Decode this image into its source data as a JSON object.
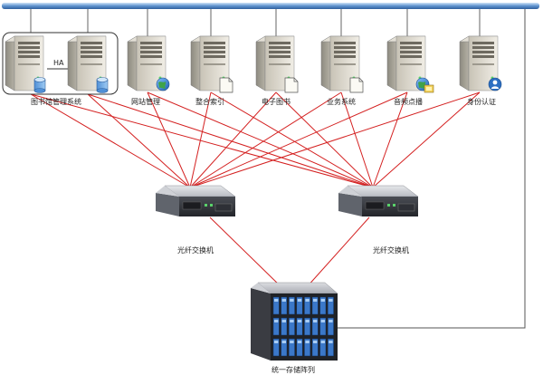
{
  "diagram": {
    "servers": [
      {
        "id": "lib-a",
        "label": "",
        "badge": "db-icon"
      },
      {
        "id": "lib-b",
        "label": "",
        "badge": "db-icon"
      },
      {
        "id": "web",
        "label": "网站管理",
        "badge": "globe-icon"
      },
      {
        "id": "index",
        "label": "整合索引",
        "badge": "document-icon"
      },
      {
        "id": "elib",
        "label": "电子图书",
        "badge": "document-icon"
      },
      {
        "id": "biz",
        "label": "业务系统",
        "badge": "document-icon"
      },
      {
        "id": "vod",
        "label": "音频点播",
        "badge": "globe-folder-icon"
      },
      {
        "id": "auth",
        "label": "身份认证",
        "badge": "user-icon"
      }
    ],
    "cluster": {
      "label": "图书馆管理系统",
      "link_label": "HA"
    },
    "switches": [
      {
        "id": "sw1",
        "label": "光纤交换机"
      },
      {
        "id": "sw2",
        "label": "光纤交换机"
      }
    ],
    "storage": {
      "label": "统一存储阵列"
    },
    "colors": {
      "fc_link": "#d42020",
      "network_bus": "#3a6fae",
      "network_line": "#666666"
    }
  }
}
